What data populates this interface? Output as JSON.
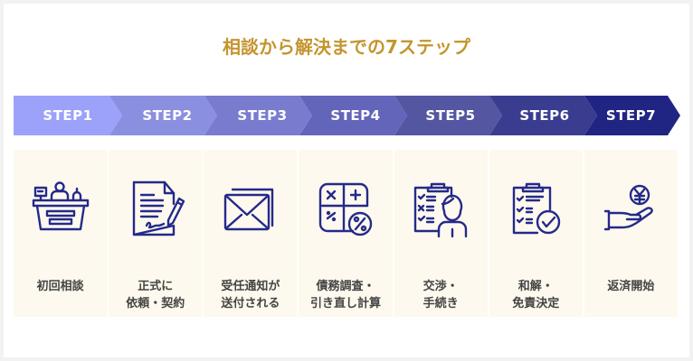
{
  "title": {
    "text": "相談から解決までの7ステップ",
    "color": "#c4952e"
  },
  "colors": {
    "page_bg": "#f2f2f2",
    "panel_bg": "#ffffff",
    "card_bg": "#fdf9ee",
    "icon": "#242a8a",
    "label_text": "#444444"
  },
  "steps": [
    {
      "label": "STEP1",
      "color": "#9ca1fa",
      "icon": "consultation-desk-icon",
      "text": "初回相談"
    },
    {
      "label": "STEP2",
      "color": "#8b8fdf",
      "icon": "document-signing-icon",
      "text": "正式に\n依頼・契約"
    },
    {
      "label": "STEP3",
      "color": "#797cce",
      "icon": "envelope-icon",
      "text": "受任通知が\n送付される"
    },
    {
      "label": "STEP4",
      "color": "#6365bb",
      "icon": "calculator-icon",
      "text": "債務調査・\n引き直し計算"
    },
    {
      "label": "STEP5",
      "color": "#5456a1",
      "icon": "checklist-person-icon",
      "text": "交渉・\n手続き"
    },
    {
      "label": "STEP6",
      "color": "#3a3d8f",
      "icon": "checklist-approved-icon",
      "text": "和解・\n免責決定"
    },
    {
      "label": "STEP7",
      "color": "#202584",
      "icon": "yen-hand-icon",
      "text": "返済開始"
    }
  ]
}
